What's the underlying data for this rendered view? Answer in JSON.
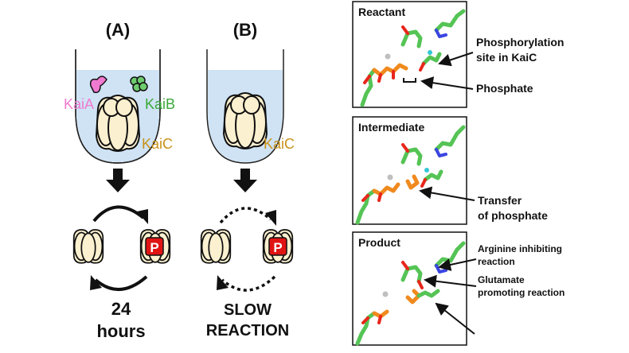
{
  "panel_a": {
    "label": "(A)",
    "kaia": "KaiA",
    "kaib": "KaiB",
    "kaic": "KaiC",
    "phospho_mark": "P",
    "period_line1": "24",
    "period_line2": "hours"
  },
  "panel_b": {
    "label": "(B)",
    "kaic": "KaiC",
    "phospho_mark": "P",
    "result_line1": "SLOW",
    "result_line2": "REACTION"
  },
  "structures": {
    "reactant": {
      "title": "Reactant",
      "note1_line1": "Phosphorylation",
      "note1_line2": "site in KaiC",
      "note2": "Phosphate"
    },
    "intermediate": {
      "title": "Intermediate",
      "note1_line1": "Transfer",
      "note1_line2": "of phosphate"
    },
    "product": {
      "title": "Product",
      "note1_line1": "Arginine inhibiting",
      "note1_line2": "reaction",
      "note2_line1": "Glutamate",
      "note2_line2": "promoting reaction"
    }
  },
  "colors": {
    "kaia": "#f07ad0",
    "kaib": "#3aa83a",
    "kaic": "#c8921a",
    "protein_fill": "#fbf0cf",
    "liquid": "#cfe3f5",
    "phospho_badge": "#e11414",
    "carbon": "#55c455",
    "nitrogen": "#3b46e0",
    "oxygen": "#e8261c",
    "phosphorus": "#f08a1e"
  }
}
